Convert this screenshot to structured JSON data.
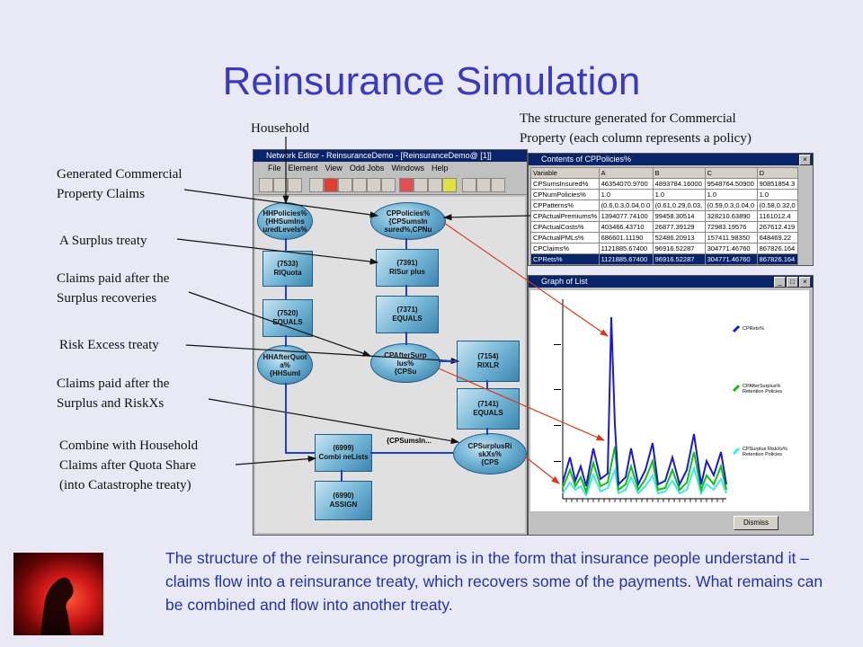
{
  "title": "Reinsurance Simulation",
  "labels": {
    "household": "Household",
    "commercial_structure": [
      "The structure generated for Commercial",
      "Property (each column represents a policy)"
    ],
    "generated_claims": [
      "Generated Commercial",
      "Property Claims"
    ],
    "surplus_treaty": "A Surplus treaty",
    "claims_after_surplus": [
      "Claims paid after the",
      "Surplus recoveries"
    ],
    "risk_excess": "Risk Excess treaty",
    "claims_after_surplus_riskxs": [
      "Claims paid after the",
      "Surplus and RiskXs"
    ],
    "combine": [
      "Combine with Household",
      "Claims after Quota Share",
      "(into Catastrophe treaty)"
    ]
  },
  "network_editor": {
    "title": "Network Editor - ReinsuranceDemo - [ReinsuranceDemo@ [1]]",
    "menu": [
      "File",
      "Element",
      "View",
      "Odd Jobs",
      "Windows",
      "Help"
    ],
    "nodes": {
      "hhpolicies": [
        "HHPolicies%",
        "{HHSumIns",
        "uredLevels%"
      ],
      "cppolicies": [
        "CPPolicies%",
        "{CPSumsIn",
        "sured%,CPNu"
      ],
      "rquota": [
        "(7533)",
        "RIQuota"
      ],
      "risurplus": [
        "(7391)",
        "RISur plus"
      ],
      "equals1": [
        "(7520)",
        "EQUALS"
      ],
      "equals2": [
        "(7371)",
        "EQUALS"
      ],
      "hhafterquota": [
        "HHAfterQuot",
        "a%",
        "{HHSumI"
      ],
      "cpaftersurplus": [
        "CPAfterSurp",
        "lus%",
        "{CPSu"
      ],
      "rixlr": [
        "(7154)",
        "RIXLR"
      ],
      "equals3": [
        "(7141)",
        "EQUALS"
      ],
      "combinelists": [
        "(6999)",
        "Combi neLists"
      ],
      "cpsurplusrisk": [
        "CPSurplusRi",
        "skXs%",
        "{CPS"
      ],
      "assign": [
        "(6990)",
        "ASSIGN"
      ],
      "flow_label": "{CPSumsIn..."
    }
  },
  "contents_window": {
    "title": "Contents of CPPolicies%",
    "columns": [
      "Variable",
      "A",
      "B",
      "C",
      "D"
    ],
    "rows": [
      [
        "CPSumsInsured%",
        "46354070.9700",
        "4893784.16000",
        "9548764.50900",
        "90851854.3"
      ],
      [
        "CPNumPolicies%",
        "1.0",
        "1.0",
        "1.0",
        "1.0"
      ],
      [
        "CPPatterns%",
        "(0.6,0.3,0.04,0.0",
        "(0.61,0.29,0.03,",
        "(0.59,0.3,0.04,0",
        "(0.58,0.32,0"
      ],
      [
        "CPActualPremiums%",
        "1394077.74100",
        "99458.30514",
        "328210.63890",
        "1161012.4"
      ],
      [
        "CPActualCosts%",
        "403466.43710",
        "26877.39129",
        "72983.19576",
        "267612.419"
      ],
      [
        "CPActualPMLs%",
        "686601.11190",
        "52486.20913",
        "157411.98350",
        "648469.22"
      ],
      [
        "CPClaims%",
        "1121885.67400",
        "96916.52287",
        "304771.46760",
        "867826.164"
      ],
      [
        "CPRets%",
        "1121885.67400",
        "96916.52287",
        "304771.46760",
        "867826.164"
      ]
    ]
  },
  "graph_window": {
    "title": "Graph of List",
    "legend": [
      {
        "label": "CPRets%",
        "color": "#1a1ad6"
      },
      {
        "label": "CPAfterSurplus% Retention Policies",
        "color": "#10c010"
      },
      {
        "label": "CPSurplus RiskXs% Retention Policies",
        "color": "#40e8e0"
      }
    ],
    "dismiss": "Dismiss"
  },
  "paragraph": "The structure of the reinsurance program is in the form that insurance people understand it – claims flow into a reinsurance treaty, which recovers some of the payments. What remains can be combined and flow into another treaty.",
  "colors": {
    "title": "#3a3ac0",
    "paragraph": "#2233aa",
    "arrow_red": "#d83a1a",
    "link_blue": "#1f3fd0"
  }
}
